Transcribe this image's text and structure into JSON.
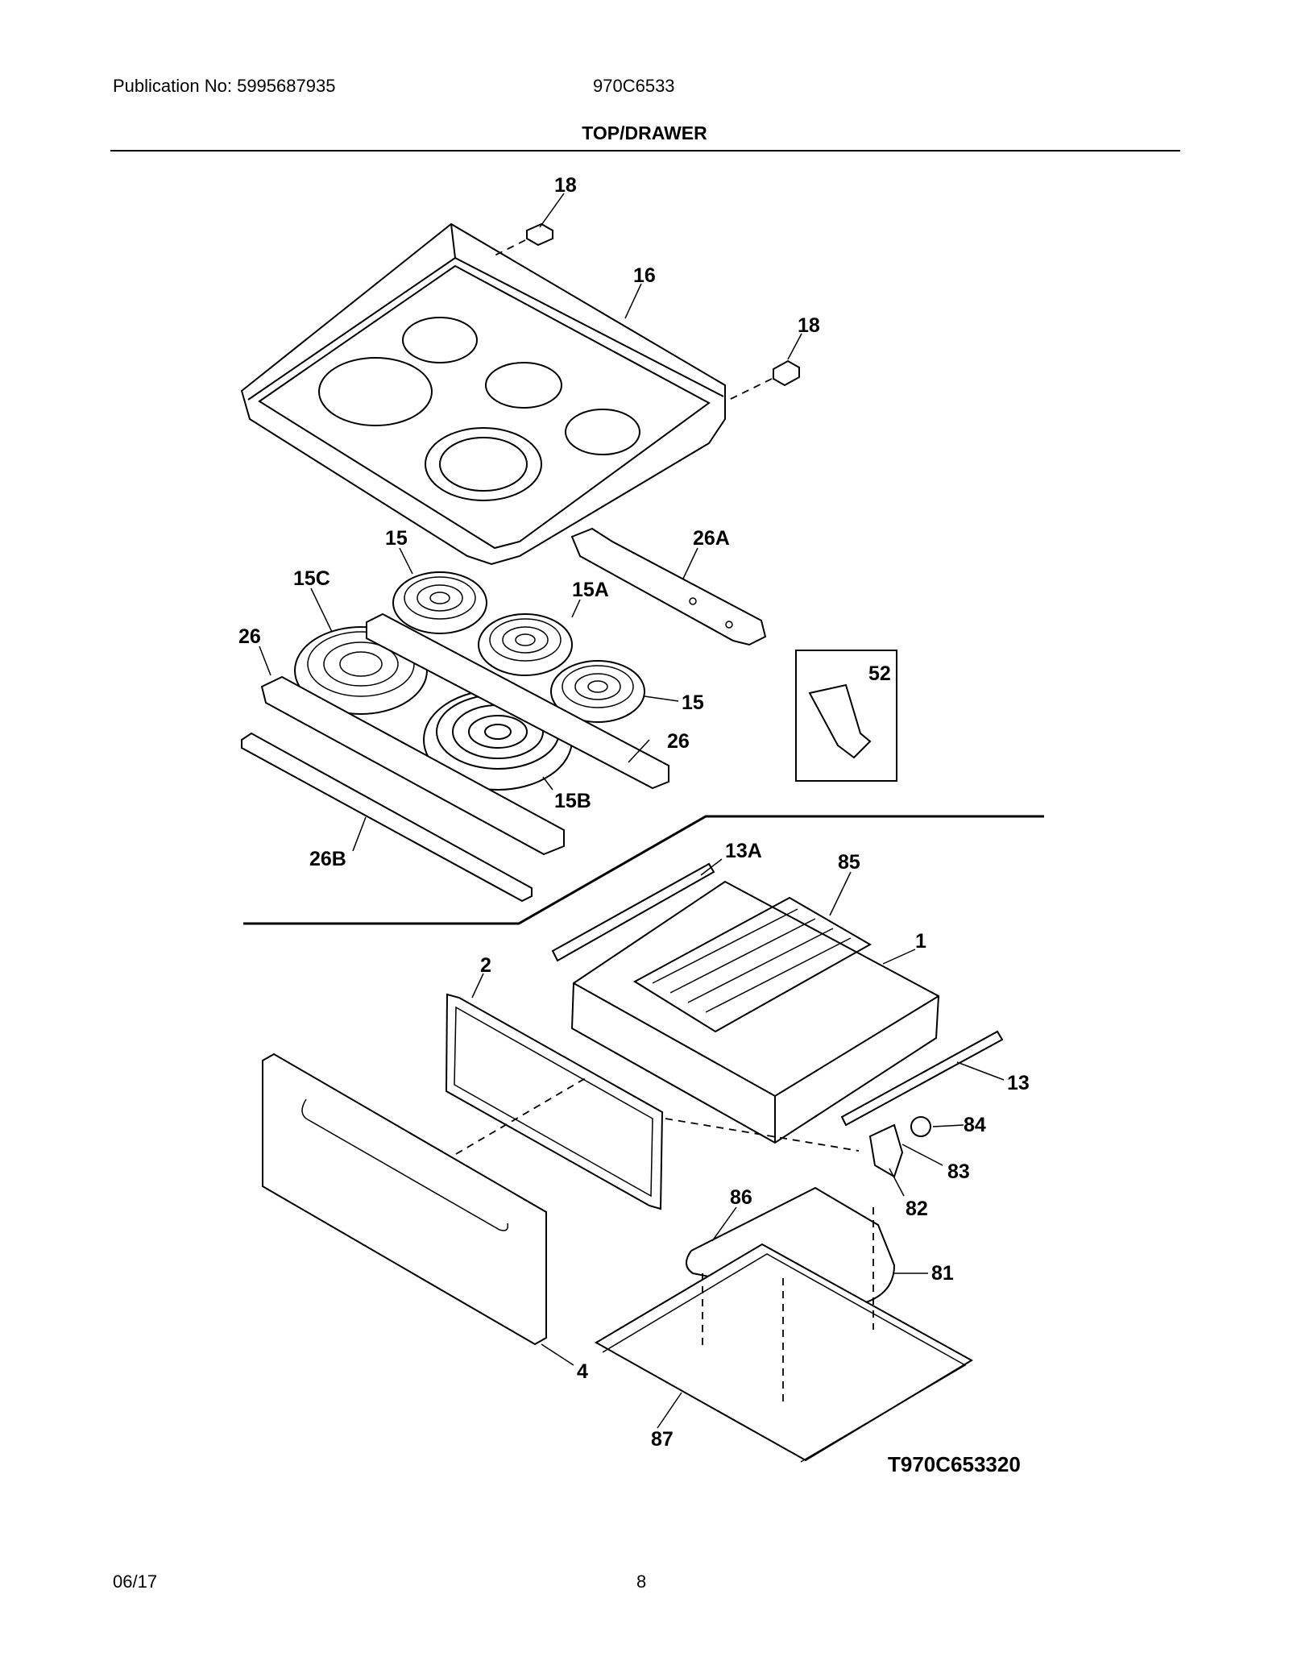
{
  "header": {
    "publication": "Publication No: 5995687935",
    "model": "970C6533"
  },
  "title": "TOP/DRAWER",
  "diagram": {
    "code": "T970C653320",
    "callouts": {
      "c18a": "18",
      "c16": "16",
      "c18b": "18",
      "c26A": "26A",
      "c15a": "15",
      "c15C": "15C",
      "c15A": "15A",
      "c26a": "26",
      "c52": "52",
      "c15b": "15",
      "c26b": "26",
      "c15B": "15B",
      "c26B": "26B",
      "c13A": "13A",
      "c85": "85",
      "c1": "1",
      "c2": "2",
      "c13": "13",
      "c84": "84",
      "c83": "83",
      "c86": "86",
      "c82": "82",
      "c81": "81",
      "c4": "4",
      "c87": "87"
    }
  },
  "footer": {
    "date": "06/17",
    "page": "8"
  }
}
